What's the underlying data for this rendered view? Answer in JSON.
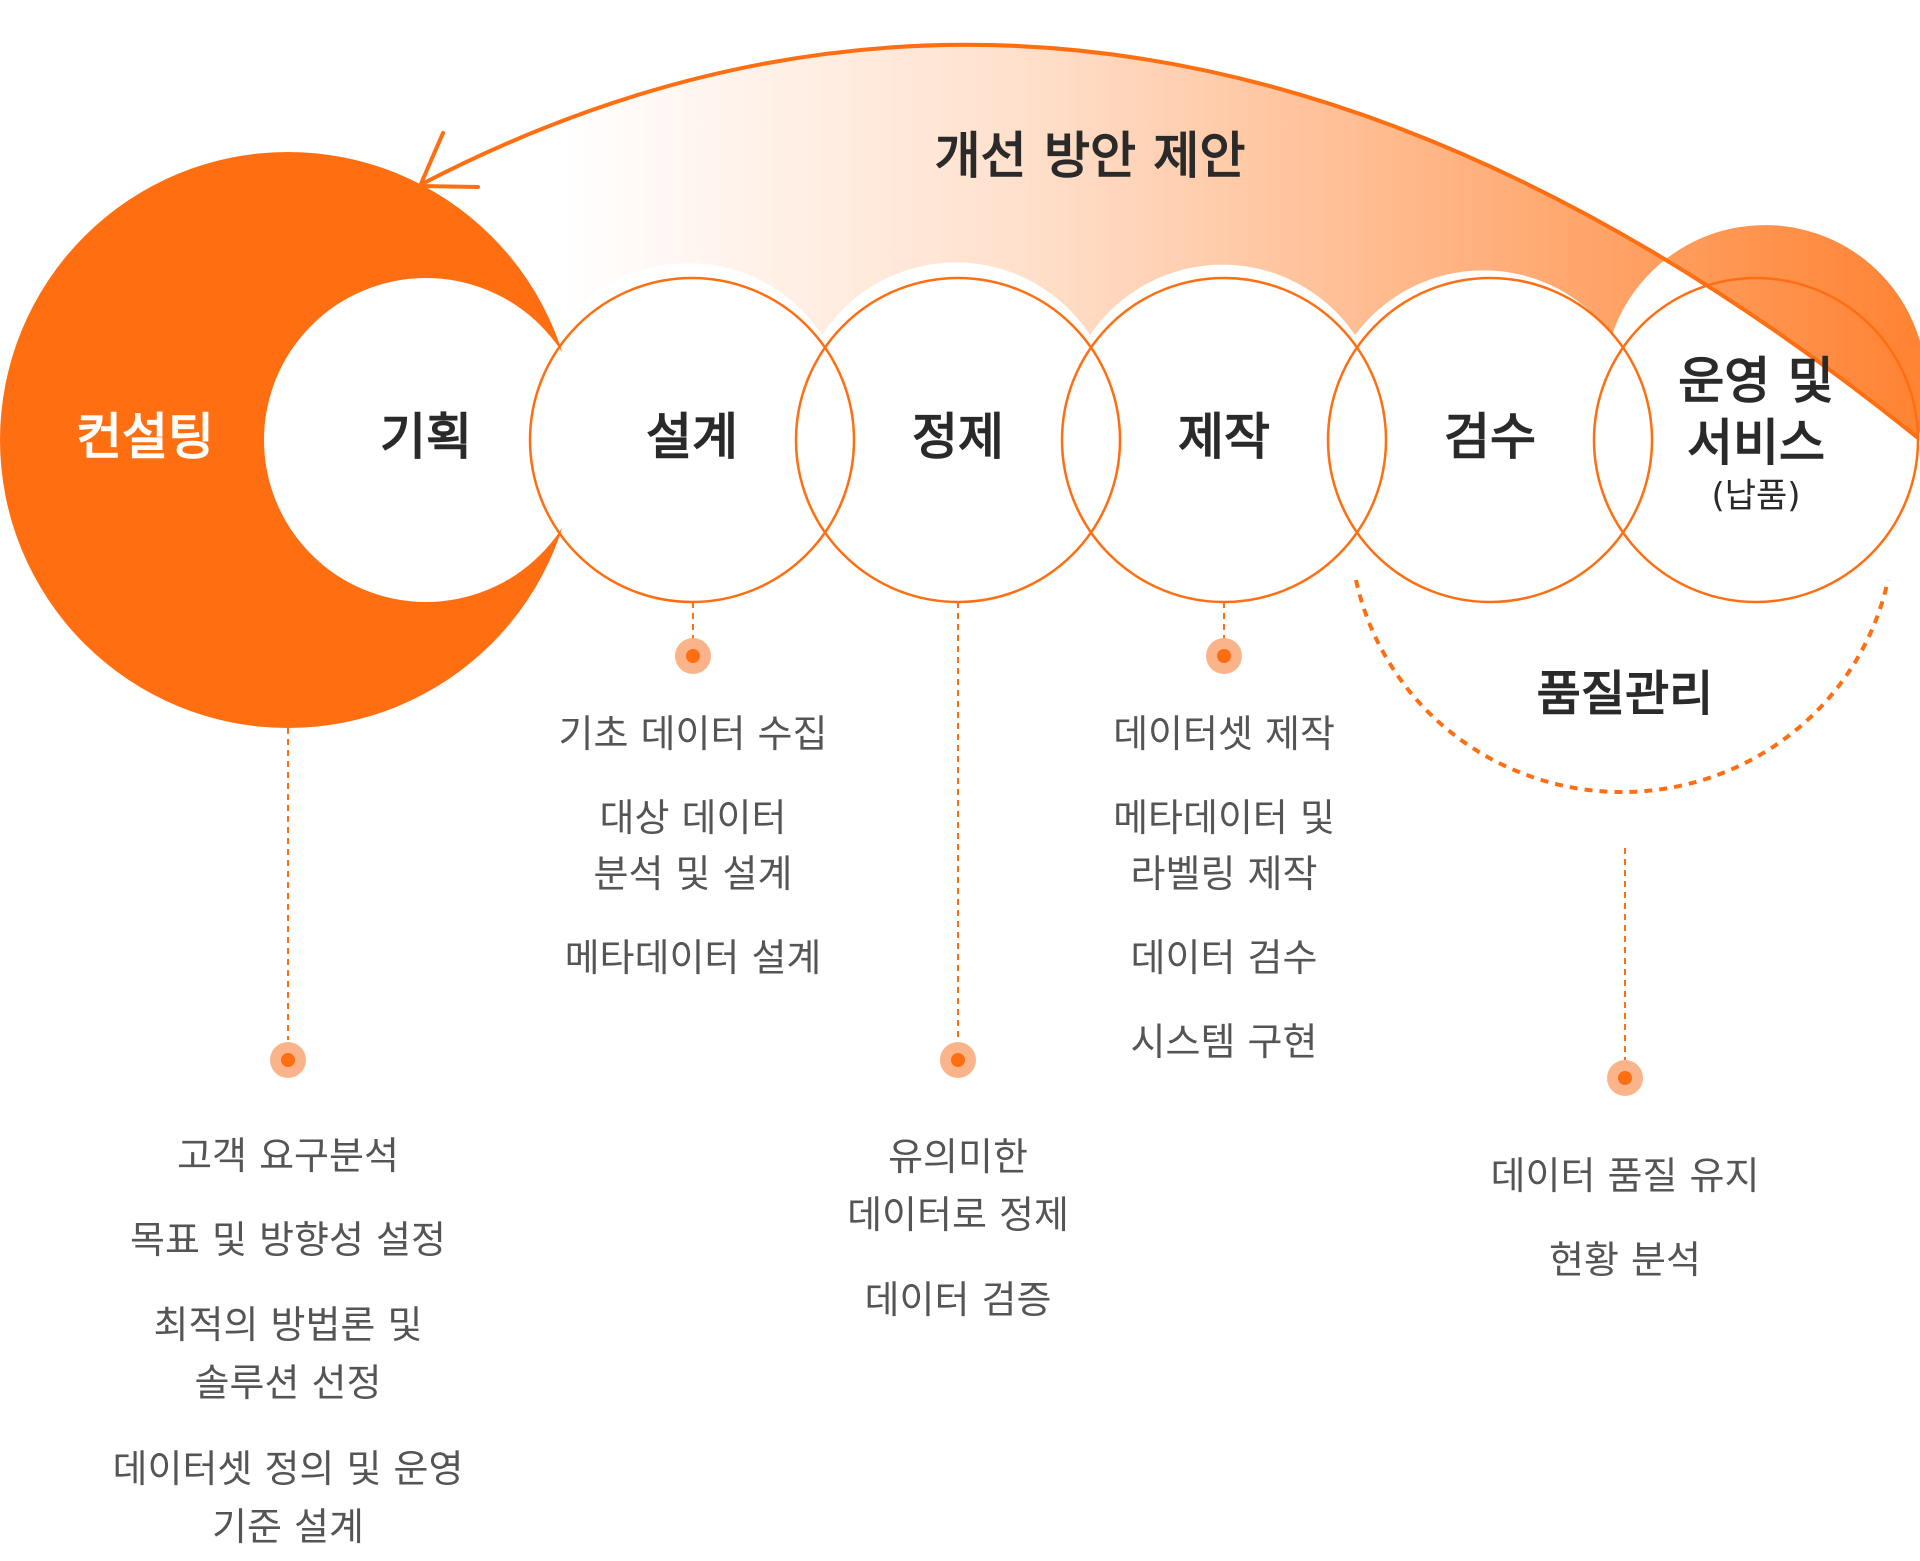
{
  "colors": {
    "accent": "#ff6e10",
    "light_dot": "#fbb489",
    "text_dark": "#2a2a2a",
    "text_body": "#555555"
  },
  "feedback_label": "개선 방안 제안",
  "consulting": {
    "label": "컨설팅",
    "details": [
      "고객 요구분석",
      "목표 및 방향성 설정",
      "최적의 방법론 및\n솔루션 선정",
      "데이터셋 정의 및 운영\n기준 설계"
    ]
  },
  "stages": [
    {
      "label": "기획"
    },
    {
      "label": "설계",
      "details": [
        "기초 데이터 수집",
        "대상 데이터\n분석 및 설계",
        "메타데이터 설계"
      ]
    },
    {
      "label": "정제",
      "details": [
        "유의미한\n데이터로 정제",
        "데이터 검증"
      ]
    },
    {
      "label": "제작",
      "details": [
        "데이터셋 제작",
        "메타데이터 및\n라벨링 제작",
        "데이터 검수",
        "시스템 구현"
      ]
    },
    {
      "label": "검수"
    },
    {
      "label": "운영 및\n서비스",
      "sublabel": "(납품)"
    }
  ],
  "quality": {
    "label": "품질관리",
    "details": [
      "데이터 품질 유지",
      "현황 분석"
    ]
  }
}
